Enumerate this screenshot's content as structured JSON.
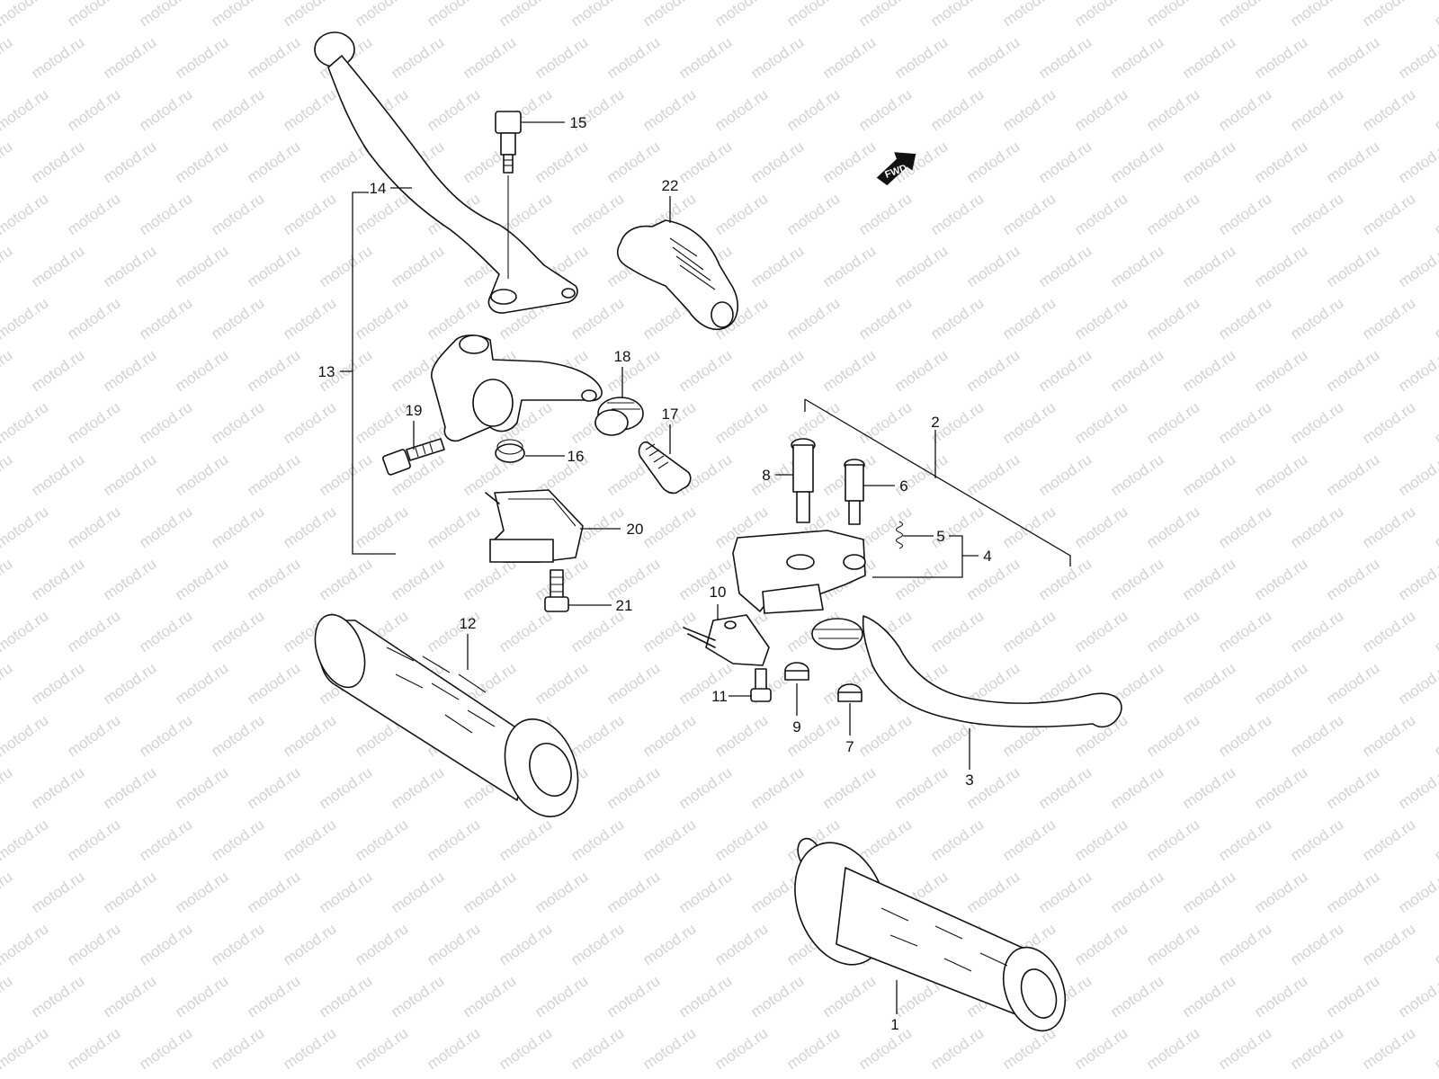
{
  "watermark": "motod.ru",
  "direction_marker": "FWD",
  "callouts": [
    "1",
    "2",
    "3",
    "4",
    "5",
    "6",
    "7",
    "8",
    "9",
    "10",
    "11",
    "12",
    "13",
    "14",
    "15",
    "16",
    "17",
    "18",
    "19",
    "20",
    "21",
    "22"
  ]
}
